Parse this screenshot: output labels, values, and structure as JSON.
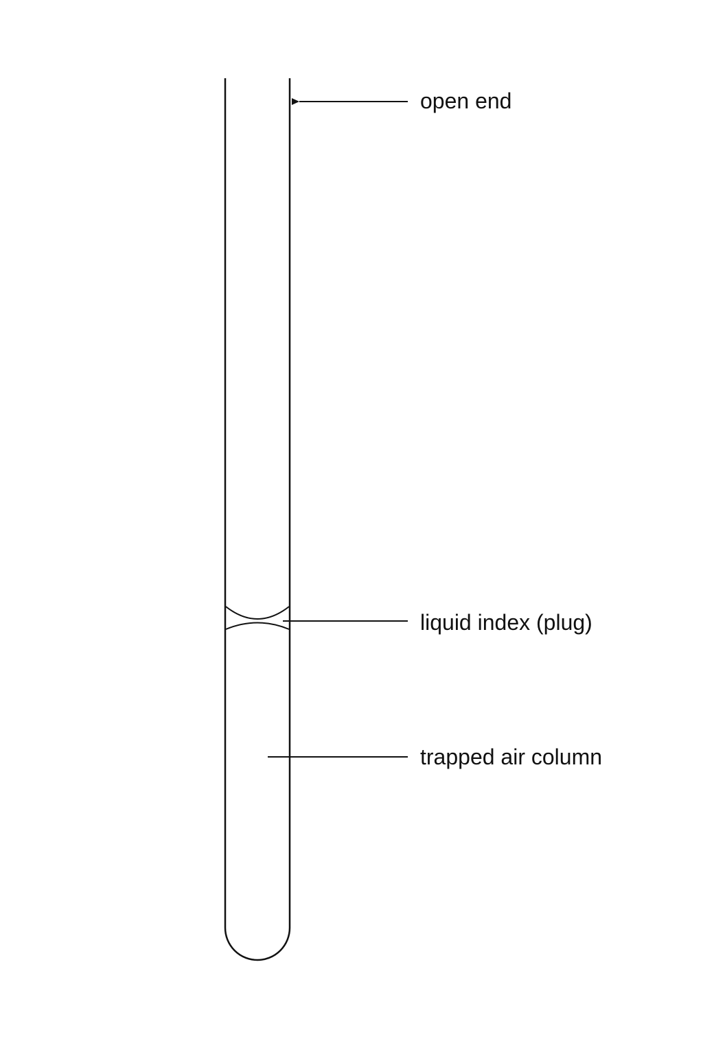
{
  "diagram": {
    "labels": {
      "open_end": "open end",
      "liquid_index": "liquid index (plug)",
      "trapped_air": "trapped air column"
    },
    "line_color": "#111111",
    "background_color": "#ffffff"
  }
}
